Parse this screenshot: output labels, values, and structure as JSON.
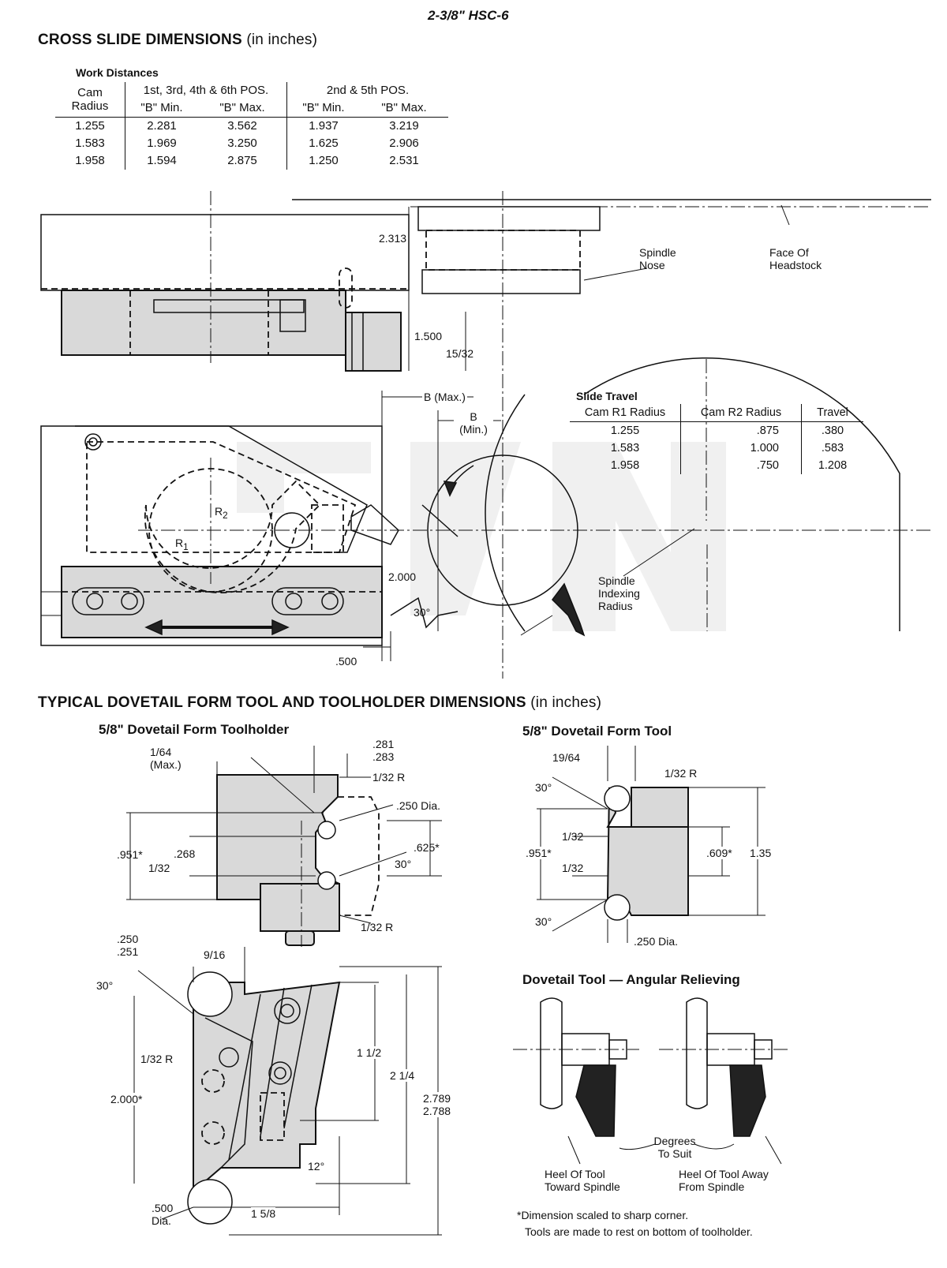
{
  "page_title": "2-3/8\" HSC-6",
  "cross_slide": {
    "title": "CROSS SLIDE DIMENSIONS",
    "unit": "(in inches)",
    "work_distances": {
      "title": "Work Distances",
      "group1": "1st, 3rd, 4th & 6th POS.",
      "group2": "2nd & 5th POS.",
      "col_cam_top": "Cam",
      "col_cam_bottom": "Radius",
      "col_bmin": "\"B\" Min.",
      "col_bmax": "\"B\" Max.",
      "rows": [
        [
          "1.255",
          "2.281",
          "3.562",
          "1.937",
          "3.219"
        ],
        [
          "1.583",
          "1.969",
          "3.250",
          "1.625",
          "2.906"
        ],
        [
          "1.958",
          "1.594",
          "2.875",
          "1.250",
          "2.531"
        ]
      ]
    },
    "slide_travel": {
      "title": "Slide Travel",
      "headers": [
        "Cam R1 Radius",
        "Cam R2 Radius",
        "Travel"
      ],
      "rows": [
        [
          "1.255",
          ".875",
          ".380"
        ],
        [
          "1.583",
          "1.000",
          ".583"
        ],
        [
          "1.958",
          ".750",
          "1.208"
        ]
      ]
    },
    "labels": {
      "dim_2313": "2.313",
      "dim_1500": "1.500",
      "dim_1532": "15/32",
      "spindle_nose_1": "Spindle",
      "spindle_nose_2": "Nose",
      "face_1": "Face Of",
      "face_2": "Headstock",
      "b_max": "B (Max.)",
      "b_min_1": "B",
      "b_min_2": "(Min.)",
      "r1": "R",
      "r1_sub": "1",
      "r2": "R",
      "r2_sub": "2",
      "dim_2000": "2.000",
      "dim_30": "30°",
      "dim_500": ".500",
      "sir_1": "Spindle",
      "sir_2": "Indexing",
      "sir_3": "Radius"
    }
  },
  "dovetail": {
    "title": "TYPICAL DOVETAIL FORM TOOL AND TOOLHOLDER DIMENSIONS",
    "unit": "(in inches)",
    "toolholder": {
      "title": "5/8\" Dovetail Form Toolholder",
      "l_164": "1/64",
      "l_max": "(Max.)",
      "l_281": ".281",
      "l_283": ".283",
      "l_132r_a": "1/32 R",
      "l_250dia": ".250 Dia.",
      "l_951": ".951*",
      "l_268": ".268",
      "l_132": "1/32",
      "l_625": ".625*",
      "l_30": "30°",
      "l_132r_b": "1/32 R"
    },
    "toolholder_side": {
      "l_250": ".250",
      "l_251": ".251",
      "l_916": "9/16",
      "l_30": "30°",
      "l_132r": "1/32 R",
      "l_2000": "2.000*",
      "l_112": "1 1/2",
      "l_214": "2 1/4",
      "l_2789": "2.789",
      "l_2788": "2.788",
      "l_12": "12°",
      "l_500": ".500",
      "l_dia": "Dia.",
      "l_158": "1 5/8"
    },
    "form_tool": {
      "title": "5/8\" Dovetail Form Tool",
      "l_1964": "19/64",
      "l_132r": "1/32 R",
      "l_30a": "30°",
      "l_132a": "1/32",
      "l_951": ".951*",
      "l_132b": "1/32",
      "l_609": ".609*",
      "l_135": "1.35",
      "l_30b": "30°",
      "l_250dia": ".250 Dia."
    },
    "angular": {
      "title": "Dovetail Tool — Angular Relieving",
      "degrees_1": "Degrees",
      "degrees_2": "To Suit",
      "heel_toward_1": "Heel Of Tool",
      "heel_toward_2": "Toward Spindle",
      "heel_away_1": "Heel Of Tool Away",
      "heel_away_2": "From Spindle"
    },
    "footnote_1": "*Dimension scaled to sharp corner.",
    "footnote_2": "Tools are made to rest on bottom of toolholder."
  }
}
